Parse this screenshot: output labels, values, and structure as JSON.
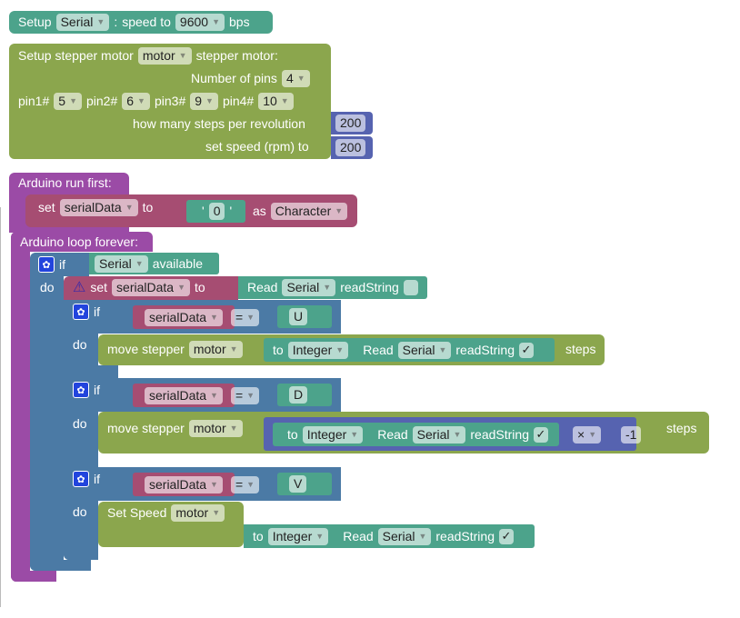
{
  "setup_serial": {
    "label": "Setup",
    "port": "Serial",
    "colon": ":",
    "speed_label": "speed to",
    "speed": "9600",
    "unit": "bps"
  },
  "setup_stepper": {
    "label": "Setup stepper motor",
    "name": "motor",
    "label2": "stepper motor:",
    "pins_label": "Number of pins",
    "pins": "4",
    "pin1_label": "pin1#",
    "pin1": "5",
    "pin2_label": "pin2#",
    "pin2": "6",
    "pin3_label": "pin3#",
    "pin3": "9",
    "pin4_label": "pin4#",
    "pin4": "10",
    "steps_label": "how many steps per revolution",
    "steps": "200",
    "speed_label": "set speed (rpm) to",
    "speed": "200"
  },
  "run_first": {
    "label": "Arduino run first:",
    "set": "set",
    "var": "serialData",
    "to": "to",
    "quote_open": "'",
    "char": "0",
    "quote_close": "'",
    "as": "as",
    "type": "Character"
  },
  "loop": {
    "label": "Arduino loop forever:",
    "if": "if",
    "do": "do",
    "serial": "Serial",
    "available": "available",
    "set": "set",
    "var": "serialData",
    "to": "to",
    "read": "Read",
    "readString": "readString",
    "cond_op": "=",
    "to_label": "to",
    "integer": "Integer",
    "check": "✓",
    "u": "U",
    "d": "D",
    "v": "V",
    "move_stepper": "move stepper",
    "motor": "motor",
    "steps": "steps",
    "times": "×",
    "neg": "-1",
    "set_speed": "Set Speed"
  }
}
